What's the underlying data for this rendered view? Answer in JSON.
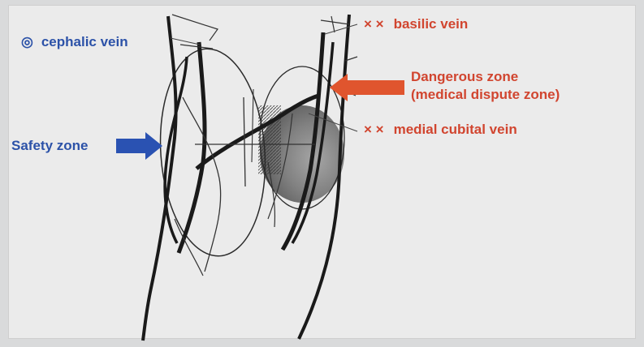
{
  "labels": {
    "cephalic_vein": {
      "marker": "◎",
      "text": "cephalic vein",
      "color": "#2c52a8"
    },
    "basilic_vein": {
      "marker": "× ×",
      "text": "basilic vein",
      "color": "#d1452f"
    },
    "dangerous_zone": {
      "line1": "Dangerous zone",
      "line2": "(medical dispute zone)",
      "color": "#d1452f"
    },
    "medial_cubital_vein": {
      "marker": "× ×",
      "text": "medial cubital vein",
      "color": "#d1452f"
    },
    "safety_zone": {
      "text": "Safety zone",
      "color": "#2c52a8"
    }
  },
  "arrows": {
    "safety_zone_arrow": {
      "color": "#2a52b2",
      "direction": "right"
    },
    "dangerous_zone_arrow": {
      "color": "#e0552e",
      "direction": "left"
    }
  }
}
